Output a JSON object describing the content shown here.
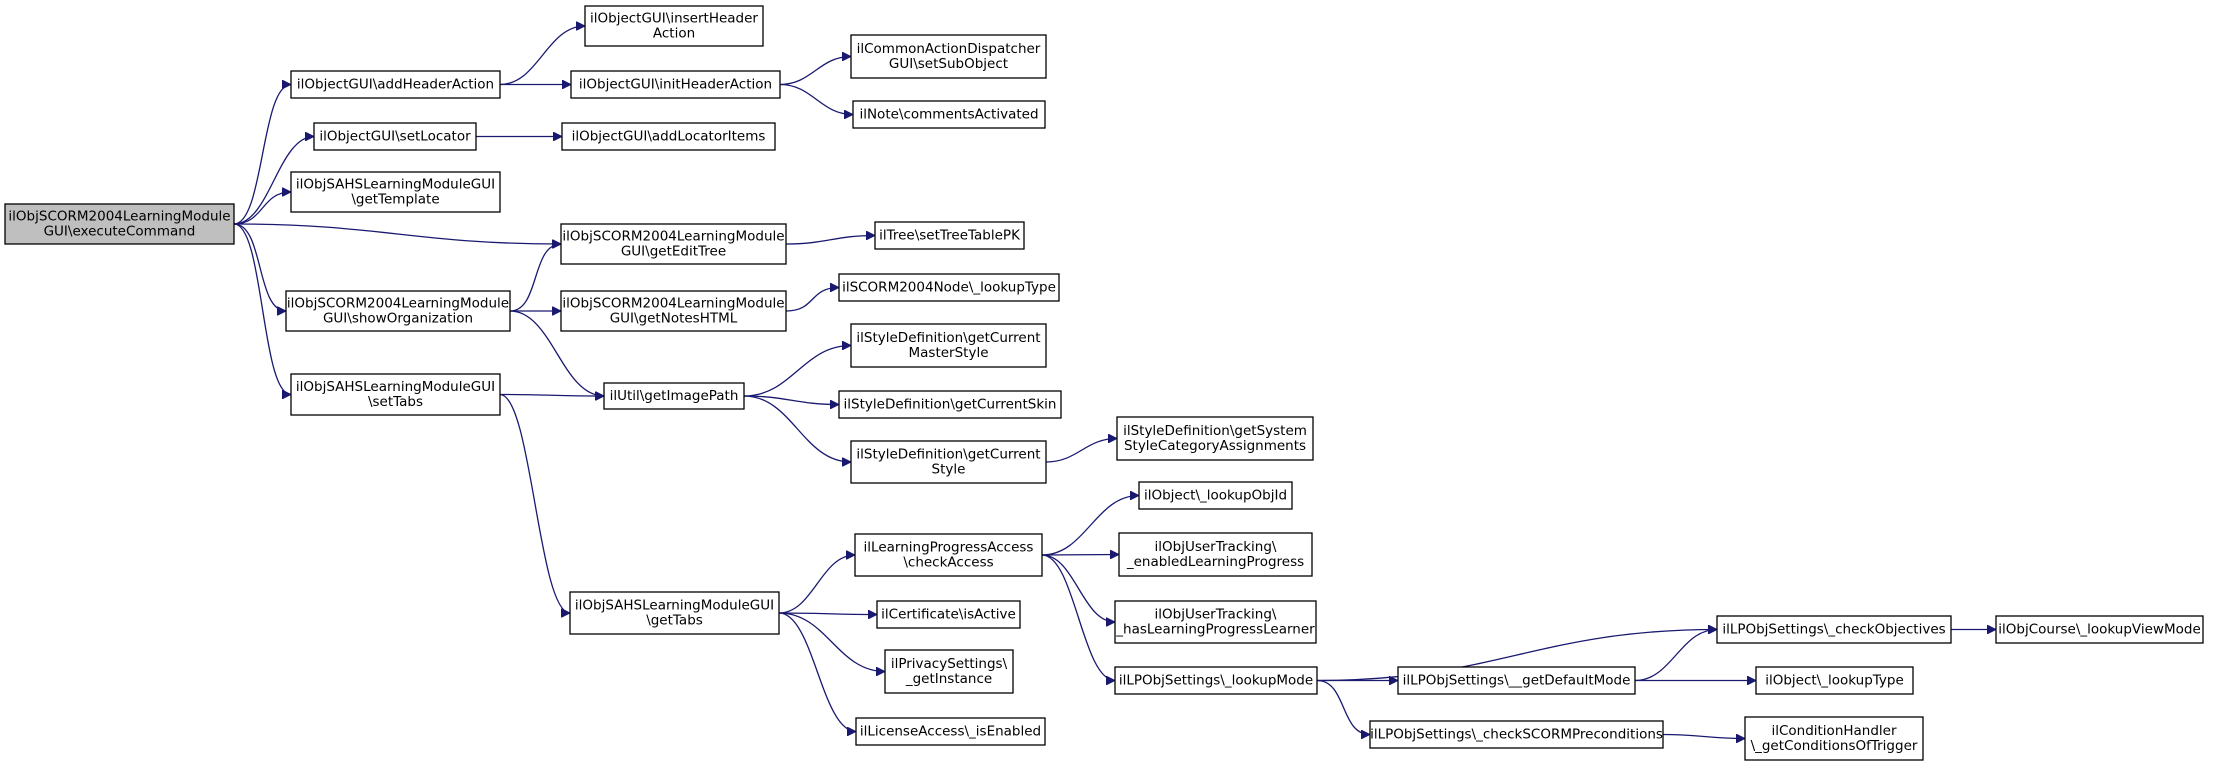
{
  "nodes": [
    {
      "id": "n_exec",
      "name": "node-executecommand",
      "root": true,
      "lines": [
        "ilObjSCORM2004LearningModule",
        "GUI\\executeCommand"
      ]
    },
    {
      "id": "n_addHeader",
      "name": "node-addheaderaction",
      "lines": [
        "ilObjectGUI\\addHeaderAction"
      ]
    },
    {
      "id": "n_setLocator",
      "name": "node-setlocator",
      "lines": [
        "ilObjectGUI\\setLocator"
      ]
    },
    {
      "id": "n_getTemplate",
      "name": "node-gettemplate",
      "lines": [
        "ilObjSAHSLearningModuleGUI",
        "\\getTemplate"
      ]
    },
    {
      "id": "n_showOrg",
      "name": "node-showorganization",
      "lines": [
        "ilObjSCORM2004LearningModule",
        "GUI\\showOrganization"
      ]
    },
    {
      "id": "n_setTabs",
      "name": "node-settabs",
      "lines": [
        "ilObjSAHSLearningModuleGUI",
        "\\setTabs"
      ]
    },
    {
      "id": "n_insertHeader",
      "name": "node-insertheaderaction",
      "lines": [
        "ilObjectGUI\\insertHeader",
        "Action"
      ]
    },
    {
      "id": "n_initHeader",
      "name": "node-initheaderaction",
      "lines": [
        "ilObjectGUI\\initHeaderAction"
      ]
    },
    {
      "id": "n_addLocator",
      "name": "node-addlocatoritems",
      "lines": [
        "ilObjectGUI\\addLocatorItems"
      ]
    },
    {
      "id": "n_getEditTree",
      "name": "node-getedittree",
      "lines": [
        "ilObjSCORM2004LearningModule",
        "GUI\\getEditTree"
      ]
    },
    {
      "id": "n_getNotes",
      "name": "node-getnoteshtml",
      "lines": [
        "ilObjSCORM2004LearningModule",
        "GUI\\getNotesHTML"
      ]
    },
    {
      "id": "n_getImagePath",
      "name": "node-getimagepath",
      "lines": [
        "ilUtil\\getImagePath"
      ]
    },
    {
      "id": "n_getTabs",
      "name": "node-gettabs",
      "lines": [
        "ilObjSAHSLearningModuleGUI",
        "\\getTabs"
      ]
    },
    {
      "id": "n_setSubObject",
      "name": "node-setsubobject",
      "lines": [
        "ilCommonActionDispatcher",
        "GUI\\setSubObject"
      ]
    },
    {
      "id": "n_comments",
      "name": "node-commentsactivated",
      "lines": [
        "ilNote\\commentsActivated"
      ]
    },
    {
      "id": "n_setTreeTable",
      "name": "node-settreetablepk",
      "lines": [
        "ilTree\\setTreeTablePK"
      ]
    },
    {
      "id": "n_lookupTypeScorm",
      "name": "node-scorm2004node-lookuptype",
      "lines": [
        "ilSCORM2004Node\\_lookupType"
      ]
    },
    {
      "id": "n_masterStyle",
      "name": "node-getcurrentmasterstyle",
      "lines": [
        "ilStyleDefinition\\getCurrent",
        "MasterStyle"
      ]
    },
    {
      "id": "n_currentSkin",
      "name": "node-getcurrentskin",
      "lines": [
        "ilStyleDefinition\\getCurrentSkin"
      ]
    },
    {
      "id": "n_currentStyle",
      "name": "node-getcurrentstyle",
      "lines": [
        "ilStyleDefinition\\getCurrent",
        "Style"
      ]
    },
    {
      "id": "n_sysStyle",
      "name": "node-getsystemstylecategoryassignments",
      "lines": [
        "ilStyleDefinition\\getSystem",
        "StyleCategoryAssignments"
      ]
    },
    {
      "id": "n_checkAccess",
      "name": "node-checkaccess",
      "lines": [
        "ilLearningProgressAccess",
        "\\checkAccess"
      ]
    },
    {
      "id": "n_isActive",
      "name": "node-certificate-isactive",
      "lines": [
        "ilCertificate\\isActive"
      ]
    },
    {
      "id": "n_privacy",
      "name": "node-privacysettings-getinstance",
      "lines": [
        "ilPrivacySettings\\",
        "_getInstance"
      ]
    },
    {
      "id": "n_license",
      "name": "node-licenseaccess-isenabled",
      "lines": [
        "ilLicenseAccess\\_isEnabled"
      ]
    },
    {
      "id": "n_lookupObjId",
      "name": "node-object-lookupobjid",
      "lines": [
        "ilObject\\_lookupObjId"
      ]
    },
    {
      "id": "n_enabledLP",
      "name": "node-enabledlearningprogress",
      "lines": [
        "ilObjUserTracking\\",
        "_enabledLearningProgress"
      ]
    },
    {
      "id": "n_hasLP",
      "name": "node-haslearningprogresslearner",
      "lines": [
        "ilObjUserTracking\\",
        "_hasLearningProgressLearner"
      ]
    },
    {
      "id": "n_lookupMode",
      "name": "node-lpobjsettings-lookupmode",
      "lines": [
        "ilLPObjSettings\\_lookupMode"
      ]
    },
    {
      "id": "n_checkObjectives",
      "name": "node-lpobjsettings-checkobjectives",
      "lines": [
        "ilLPObjSettings\\_checkObjectives"
      ]
    },
    {
      "id": "n_getDefaultMode",
      "name": "node-lpobjsettings-getdefaultmode",
      "lines": [
        "ilLPObjSettings\\__getDefaultMode"
      ]
    },
    {
      "id": "n_checkSCORM",
      "name": "node-checkscormpreconditions",
      "lines": [
        "ilLPObjSettings\\_checkSCORMPreconditions"
      ]
    },
    {
      "id": "n_lookupViewMode",
      "name": "node-objcourse-lookupviewmode",
      "lines": [
        "ilObjCourse\\_lookupViewMode"
      ]
    },
    {
      "id": "n_lookupType",
      "name": "node-object-lookuptype",
      "lines": [
        "ilObject\\_lookupType"
      ]
    },
    {
      "id": "n_conditions",
      "name": "node-getconditionsoftrigger",
      "lines": [
        "ilConditionHandler",
        "\\_getConditionsOfTrigger"
      ]
    }
  ],
  "edges": [
    [
      "n_exec",
      "n_addHeader"
    ],
    [
      "n_exec",
      "n_setLocator"
    ],
    [
      "n_exec",
      "n_getTemplate"
    ],
    [
      "n_exec",
      "n_getEditTree"
    ],
    [
      "n_exec",
      "n_showOrg"
    ],
    [
      "n_exec",
      "n_setTabs"
    ],
    [
      "n_addHeader",
      "n_insertHeader"
    ],
    [
      "n_addHeader",
      "n_initHeader"
    ],
    [
      "n_initHeader",
      "n_setSubObject"
    ],
    [
      "n_initHeader",
      "n_comments"
    ],
    [
      "n_setLocator",
      "n_addLocator"
    ],
    [
      "n_getEditTree",
      "n_setTreeTable"
    ],
    [
      "n_showOrg",
      "n_getEditTree"
    ],
    [
      "n_showOrg",
      "n_getNotes"
    ],
    [
      "n_showOrg",
      "n_getImagePath"
    ],
    [
      "n_getNotes",
      "n_lookupTypeScorm"
    ],
    [
      "n_setTabs",
      "n_getImagePath"
    ],
    [
      "n_setTabs",
      "n_getTabs"
    ],
    [
      "n_getImagePath",
      "n_masterStyle"
    ],
    [
      "n_getImagePath",
      "n_currentSkin"
    ],
    [
      "n_getImagePath",
      "n_currentStyle"
    ],
    [
      "n_currentStyle",
      "n_sysStyle"
    ],
    [
      "n_getTabs",
      "n_checkAccess"
    ],
    [
      "n_getTabs",
      "n_isActive"
    ],
    [
      "n_getTabs",
      "n_privacy"
    ],
    [
      "n_getTabs",
      "n_license"
    ],
    [
      "n_checkAccess",
      "n_lookupObjId"
    ],
    [
      "n_checkAccess",
      "n_enabledLP"
    ],
    [
      "n_checkAccess",
      "n_hasLP"
    ],
    [
      "n_checkAccess",
      "n_lookupMode"
    ],
    [
      "n_lookupMode",
      "n_checkObjectives"
    ],
    [
      "n_lookupMode",
      "n_getDefaultMode"
    ],
    [
      "n_lookupMode",
      "n_checkSCORM"
    ],
    [
      "n_getDefaultMode",
      "n_checkObjectives"
    ],
    [
      "n_getDefaultMode",
      "n_lookupType"
    ],
    [
      "n_checkObjectives",
      "n_lookupViewMode"
    ],
    [
      "n_checkSCORM",
      "n_conditions"
    ]
  ],
  "colors": {
    "edge": "#191970",
    "node_border": "#000000",
    "root_fill": "#bfbfbf",
    "node_fill": "#ffffff"
  }
}
